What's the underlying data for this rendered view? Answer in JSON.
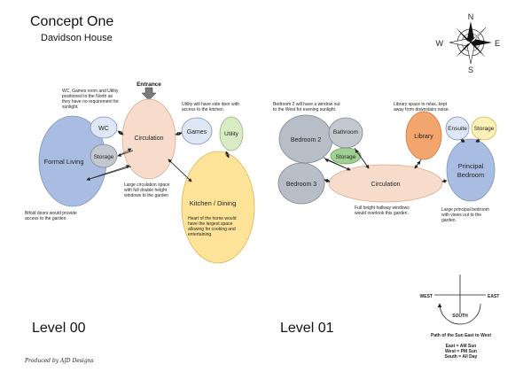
{
  "header": {
    "title": "Concept One",
    "subtitle": "Davidson House"
  },
  "compass": {
    "n": "N",
    "e": "E",
    "s": "S",
    "w": "W"
  },
  "level00": {
    "label": "Level 00",
    "entrance": "Entrance",
    "rooms": {
      "wc": "WC",
      "storage": "Storage",
      "circulation": "Circulation",
      "games": "Games",
      "utility": "Utility",
      "formal_living": "Formal Living",
      "kitchen": "Kitchen / Dining"
    },
    "notes": {
      "wc": [
        "WC, Games room and Utility",
        "positioned to the North as",
        "they have no requirement for",
        "sunlight."
      ],
      "utility": [
        "Utility will have side door with",
        "access to the kitchen."
      ],
      "circulation": [
        "Large circulation space",
        "with full double height",
        "windows to the garden"
      ],
      "kitchen": [
        "Heart of the home would",
        "have the largest space",
        "allowing for cooking and",
        "entertaining."
      ],
      "living": [
        "Bifold doors would provide",
        "access to the garden."
      ]
    }
  },
  "level01": {
    "label": "Level 01",
    "rooms": {
      "bedroom2": "Bedroom 2",
      "bathroom": "Bathroom",
      "storage": "Storage",
      "bedroom3": "Bedroom 3",
      "circulation": "Circulation",
      "library": "Library",
      "ensuite": "Ensuite",
      "storage2": "Storage",
      "principal_line1": "Principal",
      "principal_line2": "Bedroom"
    },
    "notes": {
      "bedroom2": [
        "Bedroom 2 will have a window out",
        "to the West for evening sunlight."
      ],
      "library": [
        "Library space to relax, kept",
        "away from downstairs noise."
      ],
      "hallway": [
        "Full height hallway windows",
        "would overlook this garden."
      ],
      "principal": [
        "Large principal bedroom",
        "with views out to the",
        "garden."
      ]
    }
  },
  "sun": {
    "west": "WEST",
    "east": "EAST",
    "south": "SOUTH",
    "caption": "Path of the Sun East to West",
    "legend": [
      "East = AM Sun",
      "West = PM Sun",
      "South = All Day"
    ]
  },
  "footer": {
    "credit": "Produced by AJD Designs"
  },
  "colors": {
    "blue": "#a9bde3",
    "peach": "#f8dccb",
    "yellow": "#ffe398",
    "green": "#d7ebc5",
    "gray": "#b7bec8",
    "orange": "#f2a66e",
    "lightblue": "#dfe7f6"
  }
}
